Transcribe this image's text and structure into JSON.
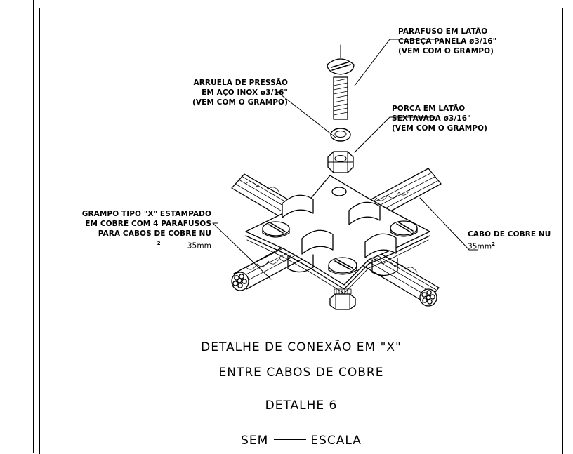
{
  "callouts": {
    "screw": [
      "PARAFUSO EM LATÃO",
      "CABEÇA PANELA ø3/16\"",
      "(VEM COM O GRAMPO)"
    ],
    "washer": [
      "ARRUELA DE PRESSÃO",
      "EM AÇO INOX ø3/16\"",
      "(VEM COM O GRAMPO)"
    ],
    "nut": [
      "PORCA EM LATÃO",
      "SEXTAVADA ø3/16\"",
      "(VEM COM O GRAMPO)"
    ],
    "clamp": [
      "GRAMPO TIPO \"X\" ESTAMPADO",
      "EM COBRE COM 4 PARAFUSOS",
      "PARA CABOS DE COBRE NU",
      "35mm",
      "2"
    ],
    "cable": [
      "CABO DE COBRE NU",
      "35mm",
      "2"
    ]
  },
  "title": {
    "line1": "DETALHE DE CONEXÃO EM \"X\"",
    "line2": "ENTRE CABOS DE COBRE",
    "detail": "DETALHE 6",
    "scale_left": "SEM",
    "scale_right": "ESCALA"
  }
}
